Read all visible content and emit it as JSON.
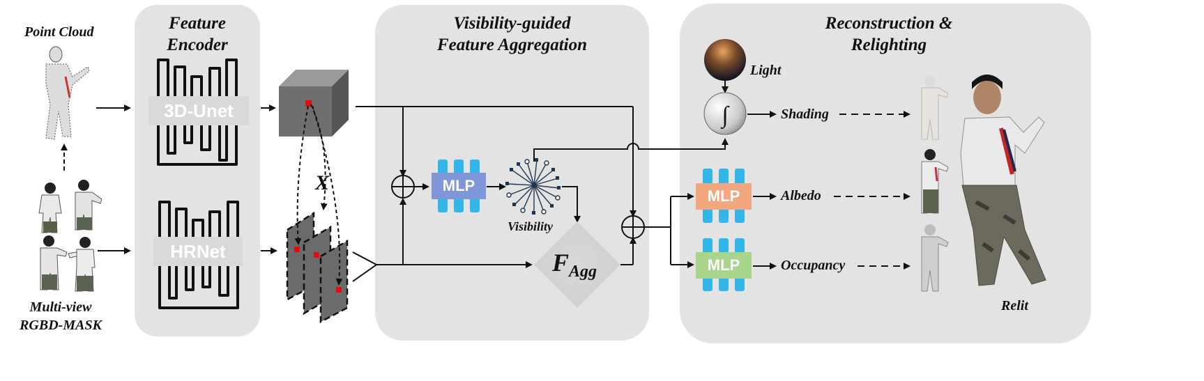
{
  "input": {
    "point_cloud_label": "Point Cloud",
    "multiview_label_line1": "Multi-view",
    "multiview_label_line2": "RGBD-MASK"
  },
  "encoder_panel": {
    "title_line1": "Feature",
    "title_line2": "Encoder",
    "net_top": "3D-Unet",
    "net_bottom": "HRNet"
  },
  "aggregation_panel": {
    "title_line1": "Visibility-guided",
    "title_line2": "Feature Aggregation",
    "cross_label": "X",
    "mlp_label": "MLP",
    "visibility_label": "Visibility",
    "agg_label": "F",
    "agg_subscript": "Agg"
  },
  "reconstruction_panel": {
    "title_line1": "Reconstruction &",
    "title_line2": "Relighting",
    "light_label": "Light",
    "integral_symbol": "∫",
    "shading_label": "Shading",
    "albedo_label": "Albedo",
    "occupancy_label": "Occupancy",
    "relit_label": "Relit",
    "mlp_albedo": "MLP",
    "mlp_occupancy": "MLP"
  },
  "colors": {
    "panel": "#e4e3e4",
    "mlp_blue": "#7f97d8",
    "mlp_orange": "#f2a77e",
    "mlp_green": "#a8d48c",
    "mlp_bars": "#33b7ea",
    "cube": "#777777",
    "red_marker": "#e01010"
  }
}
